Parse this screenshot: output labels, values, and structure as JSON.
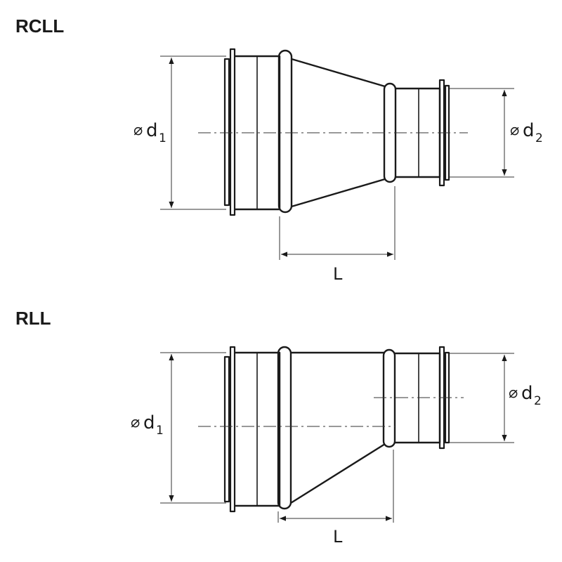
{
  "diagrams": [
    {
      "title": "RCLL",
      "labels": {
        "d1_sub": "1",
        "d1_base": "d",
        "d2_sub": "2",
        "d2_base": "d",
        "length": "L",
        "diameter_symbol": "⌀"
      }
    },
    {
      "title": "RLL",
      "labels": {
        "d1_sub": "1",
        "d1_base": "d",
        "d2_sub": "2",
        "d2_base": "d",
        "length": "L",
        "diameter_symbol": "⌀"
      }
    }
  ],
  "colors": {
    "line": "#1a1a1a",
    "dim": "#333333",
    "background": "#ffffff"
  }
}
